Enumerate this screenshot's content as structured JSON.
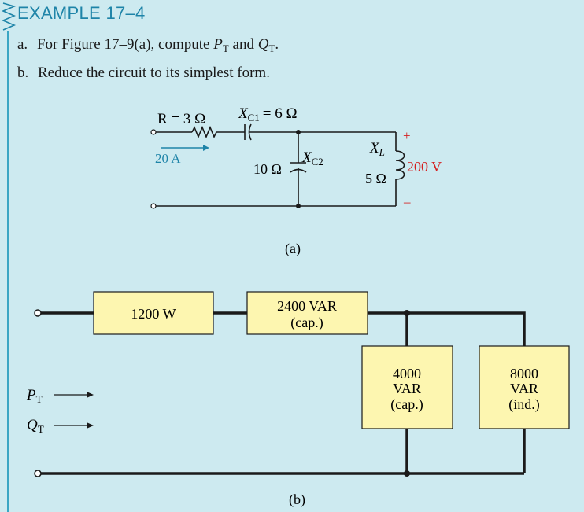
{
  "example": {
    "heading": "EXAMPLE 17–4",
    "part_a_label": "a.",
    "part_a_text": "For Figure 17–9(a), compute",
    "p_sym": "P",
    "q_sym": "Q",
    "t_sub": "T",
    "and": "and",
    "period": ".",
    "part_b_label": "b.",
    "part_b_text": "Reduce the circuit to its simplest form."
  },
  "figure_a": {
    "caption": "(a)",
    "r_label": "R = 3 Ω",
    "xc1_x": "X",
    "xc1_sub": "C1",
    "xc1_val": "= 6 Ω",
    "current": "20 A",
    "xc2_val": "10 Ω",
    "xc2_x": "X",
    "xc2_sub": "C2",
    "xl_x": "X",
    "xl_sub": "L",
    "xl_val": "5 Ω",
    "voltage": "200 V",
    "plus": "+",
    "minus": "–"
  },
  "figure_b": {
    "caption": "(b)",
    "block1": "1200 W",
    "block2_line1": "2400 VAR",
    "block2_line2": "(cap.)",
    "block3_line1": "4000",
    "block3_line2": "VAR",
    "block3_line3": "(cap.)",
    "block4_line1": "8000",
    "block4_line2": "VAR",
    "block4_line3": "(ind.)",
    "pt_sym": "P",
    "qt_sym": "Q",
    "t_sub": "T"
  },
  "colors": {
    "background": "#cdeaf0",
    "accent_blue": "#1e84a8",
    "block_fill": "#fdf6b0",
    "red": "#d42020"
  }
}
